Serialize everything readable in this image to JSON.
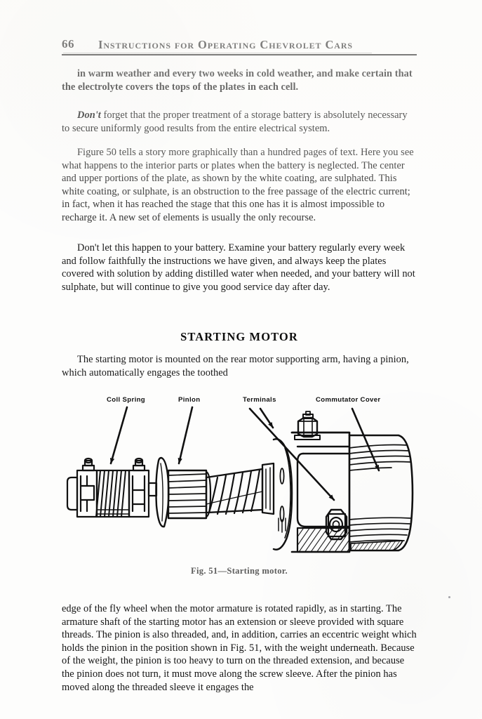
{
  "running_head": {
    "page_number": "66",
    "title": "Instructions for Operating Chevrolet Cars"
  },
  "body": {
    "para_1": "in warm weather and every two weeks in cold weather, and make certain that the electrolyte covers the tops of the plates in each cell.",
    "para_2_lead_italic": "Don't",
    "para_2_rest": " forget that the proper treatment of a storage battery is absolutely necessary to secure uniformly good results from the entire electrical system.",
    "para_3": "Figure 50 tells a story more graphically than a hundred pages of text. Here you see what happens to the interior parts or plates when the battery is neglected. The center and upper portions of the plate, as shown by the white coating, are sulphated. This white coating, or sulphate, is an obstruction to the free passage of the electric current; in fact, when it has reached the stage that this one has it is almost impossible to recharge it. A new set of elements is usually the only recourse.",
    "para_4": "Don't let this happen to your battery. Examine your battery regularly every week and follow faithfully the instructions we have given, and always keep the plates covered with solution by adding distilled water when needed, and your battery will not sulphate, but will continue to give you good service day after day.",
    "para_5": "The starting motor is mounted on the rear motor supporting arm, having a pinion, which automatically engages the toothed",
    "para_6": "edge of the fly wheel when the motor armature is rotated rapidly, as in starting. The armature shaft of the starting motor has an extension or sleeve provided with square threads. The pinion is also threaded, and, in addition, carries an eccentric weight which holds the pinion in the position shown in Fig. 51, with the weight underneath. Because of the weight, the pinion is too heavy to turn on the threaded extension, and because the pinion does not turn, it must move along the screw sleeve. After the pinion has moved along the threaded sleeve it engages the"
  },
  "section_heading": "STARTING MOTOR",
  "figure": {
    "caption": "Fig. 51—Starting motor.",
    "labels": {
      "coil_spring": "Coll Spring",
      "pinion": "Pinlon",
      "terminals": "Terminals",
      "commutator_cover": "Commutator Cover"
    }
  },
  "colors": {
    "ink": "#0d0d0d",
    "paper": "#fdfdfc",
    "faded_ink": "#3a3a3a"
  }
}
